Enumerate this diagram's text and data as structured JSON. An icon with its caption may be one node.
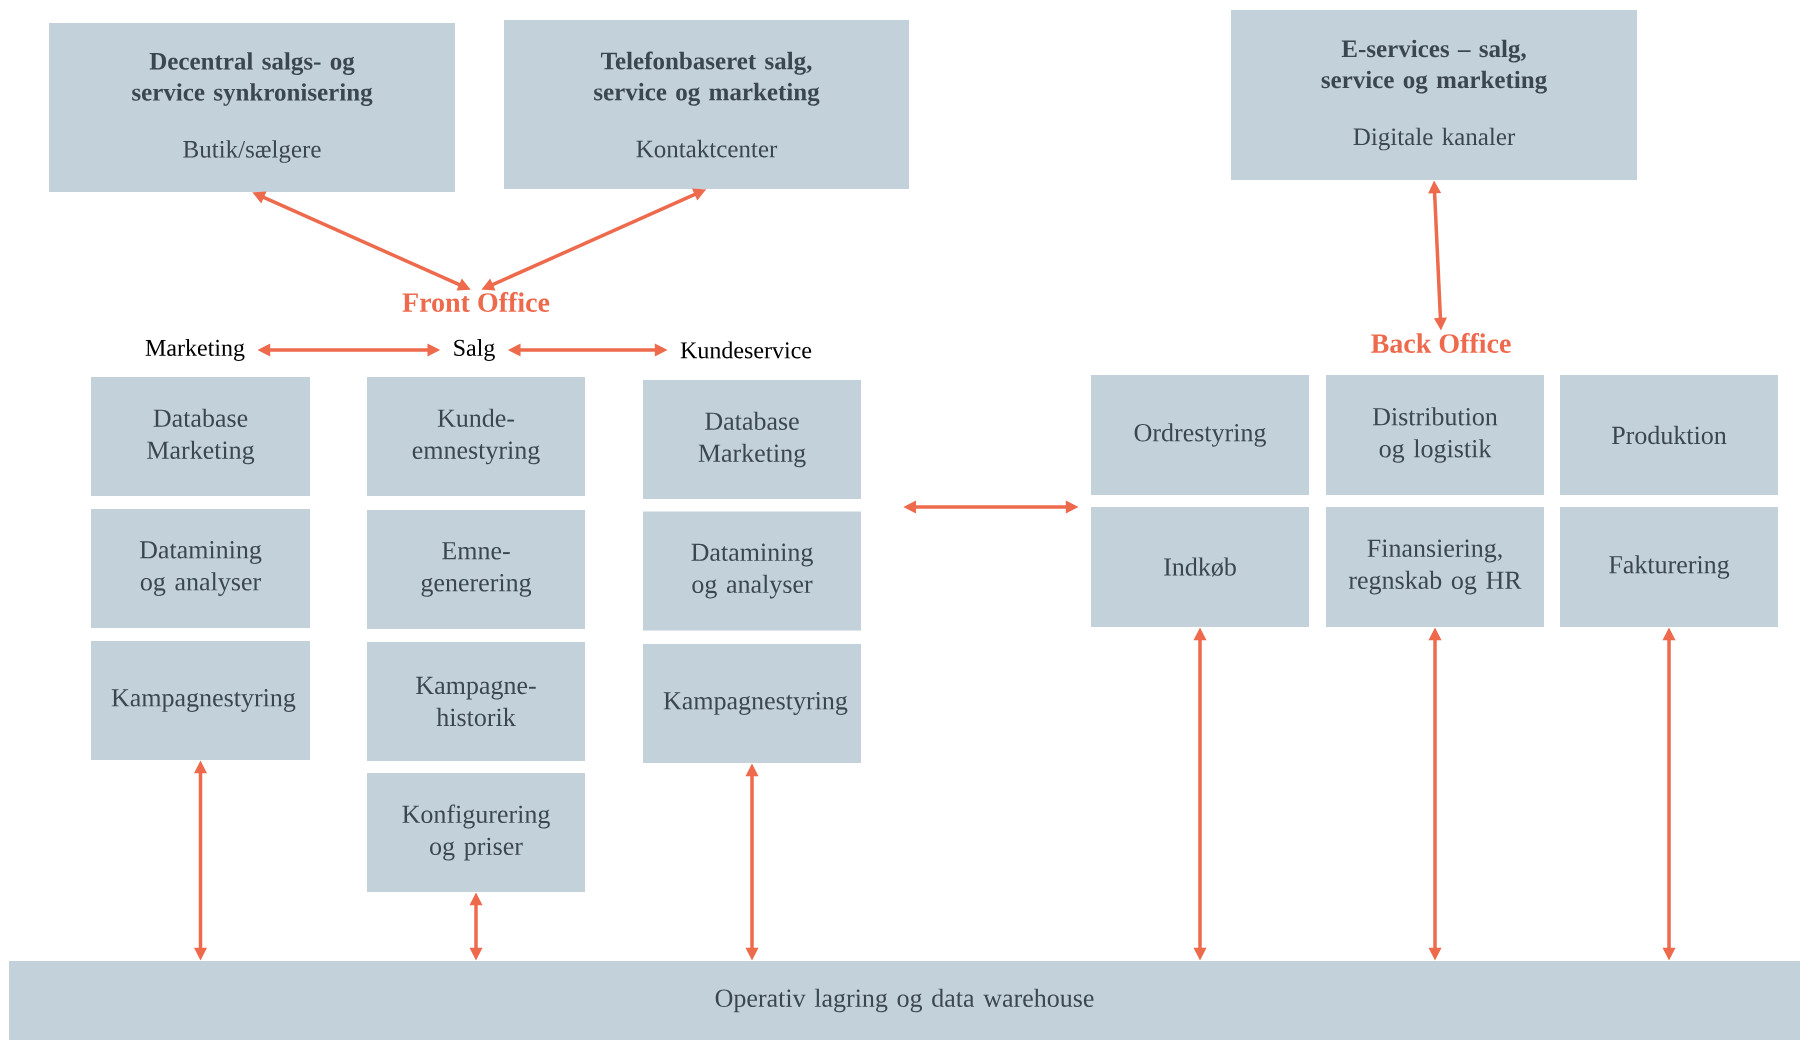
{
  "diagram": {
    "nodes": [
      {
        "text": [
          "Decentral salgs- og service synkronisering",
          "Butik/sælgere"
        ]
      },
      {
        "text": [
          "Telefonbaseret salg, service og marketing",
          "Kontaktcenter"
        ]
      },
      {
        "text": [
          "E-services – salg, service og marketing",
          "Digitale kanaler"
        ]
      },
      {
        "text": [
          "Front Office"
        ]
      },
      {
        "text": [
          "Back Office"
        ]
      },
      {
        "text": [
          "Marketing"
        ]
      },
      {
        "text": [
          "Salg"
        ]
      },
      {
        "text": [
          "Kundeservice"
        ]
      },
      {
        "text": [
          "Database Marketing"
        ]
      },
      {
        "text": [
          "Datamining og analyser"
        ]
      },
      {
        "text": [
          "Kampagnestyring"
        ]
      },
      {
        "text": [
          "Kunde- emnestyring"
        ]
      },
      {
        "text": [
          "Emne- generering"
        ]
      },
      {
        "text": [
          "Kampagne- historik"
        ]
      },
      {
        "text": [
          "Konfigurering og priser"
        ]
      },
      {
        "text": [
          "Database Marketing"
        ]
      },
      {
        "text": [
          "Datamining og analyser"
        ]
      },
      {
        "text": [
          "Kampagnestyring"
        ]
      },
      {
        "text": [
          "Ordrestyring"
        ]
      },
      {
        "text": [
          "Distribution og logistik"
        ]
      },
      {
        "text": [
          "Produktion"
        ]
      },
      {
        "text": [
          "Indkøb"
        ]
      },
      {
        "text": [
          "Finansiering, regnskab og HR"
        ]
      },
      {
        "text": [
          "Fakturering"
        ]
      },
      {
        "text": [
          "Operativ lagring og data warehouse"
        ]
      }
    ],
    "edges": [
      {
        "from": 0,
        "to": 3,
        "arrow": "both"
      },
      {
        "from": 1,
        "to": 3,
        "arrow": "both"
      },
      {
        "from": 2,
        "to": 4,
        "arrow": "both"
      },
      {
        "from": 5,
        "to": 6,
        "arrow": "both"
      },
      {
        "from": 6,
        "to": 7,
        "arrow": "both"
      },
      {
        "from": null,
        "to": 21,
        "arrow": "both"
      },
      {
        "from": 10,
        "to": 24,
        "arrow": "both"
      },
      {
        "from": 14,
        "to": 24,
        "arrow": "both"
      },
      {
        "from": 17,
        "to": 24,
        "arrow": "both"
      },
      {
        "from": 21,
        "to": 24,
        "arrow": "both"
      },
      {
        "from": 22,
        "to": 24,
        "arrow": "both"
      },
      {
        "from": 23,
        "to": 24,
        "arrow": "both"
      }
    ]
  }
}
